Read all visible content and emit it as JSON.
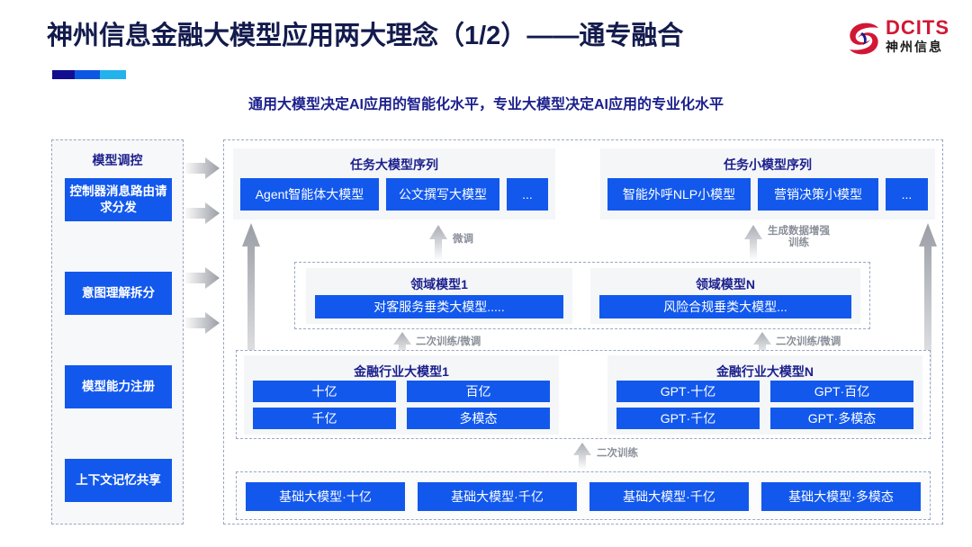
{
  "header": {
    "title": "神州信息金融大模型应用两大理念（1/2）——通专融合",
    "logo_en": "DCITS",
    "logo_cn": "神州信息",
    "subtitle": "通用大模型决定AI应用的智能化水平，专业大模型决定AI应用的专业化水平"
  },
  "control_panel": {
    "title": "模型调控",
    "items": [
      {
        "label": "控制器消息路由请求分发"
      },
      {
        "label": "意图理解拆分"
      },
      {
        "label": "模型能力注册"
      },
      {
        "label": "上下文记忆共享"
      }
    ]
  },
  "task_large": {
    "title": "任务大模型序列",
    "chips": [
      "Agent智能体大模型",
      "公文撰写大模型",
      "..."
    ]
  },
  "task_small": {
    "title": "任务小模型序列",
    "chips": [
      "智能外呼NLP小模型",
      "营销决策小模型",
      "..."
    ]
  },
  "domain_1": {
    "title": "领域模型1",
    "chip": "对客服务垂类大模型....."
  },
  "domain_n": {
    "title": "领域模型N",
    "chip": "风险合规垂类大模型..."
  },
  "industry_1": {
    "title": "金融行业大模型1",
    "chips": [
      "十亿",
      "百亿",
      "千亿",
      "多模态"
    ]
  },
  "industry_n": {
    "title": "金融行业大模型N",
    "chips": [
      "GPT·十亿",
      "GPT·百亿",
      "GPT·千亿",
      "GPT·多模态"
    ]
  },
  "base_models": {
    "chips": [
      "基础大模型·十亿",
      "基础大模型·千亿",
      "基础大模型·千亿",
      "基础大模型·多模态"
    ]
  },
  "arrow_labels": {
    "fine_tune": "微调",
    "data_aug_line1": "生成数据增强",
    "data_aug_line2": "训练",
    "retrain_ft_left": "二次训练/微调",
    "retrain_ft_right": "二次训练/微调",
    "retrain": "二次训练"
  },
  "colors": {
    "chip_blue": "#1258ED",
    "title_navy": "#131b4d",
    "subtitle_navy": "#1b1f8c",
    "logo_red": "#d21735",
    "accent_1": "#120e8f",
    "accent_2": "#0b57e3",
    "accent_3": "#23b2ec"
  }
}
